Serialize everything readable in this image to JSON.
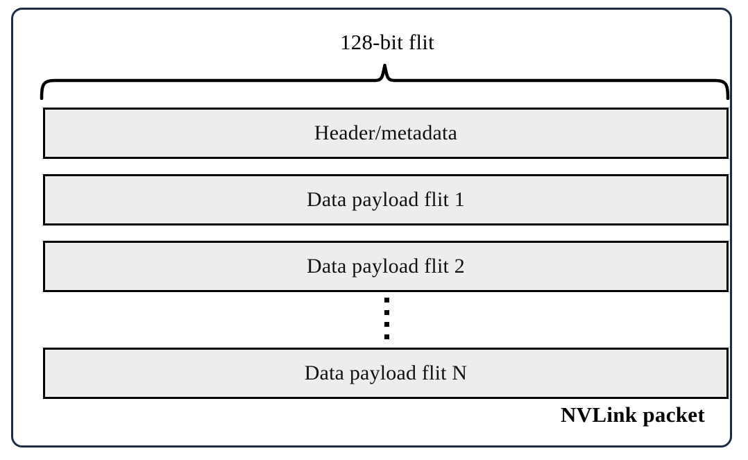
{
  "diagram": {
    "title_caption": "128-bit flit",
    "packet_label": "NVLink packet",
    "colors": {
      "packet_border": "#1a2c47",
      "flit_border": "#000000",
      "flit_fill": "#ededed",
      "text": "#000000",
      "background": "#ffffff"
    },
    "brace": {
      "name": "horizontal-curly-brace",
      "orientation": "down",
      "spans_label": "128-bit flit"
    },
    "ellipsis": {
      "name": "vertical-ellipsis",
      "dot_count": 4,
      "meaning": "continuation of data payload flits"
    },
    "flits": [
      {
        "label": "Header/metadata"
      },
      {
        "label": "Data payload flit 1"
      },
      {
        "label": "Data payload flit 2"
      },
      {
        "label": "Data payload flit N"
      }
    ]
  }
}
